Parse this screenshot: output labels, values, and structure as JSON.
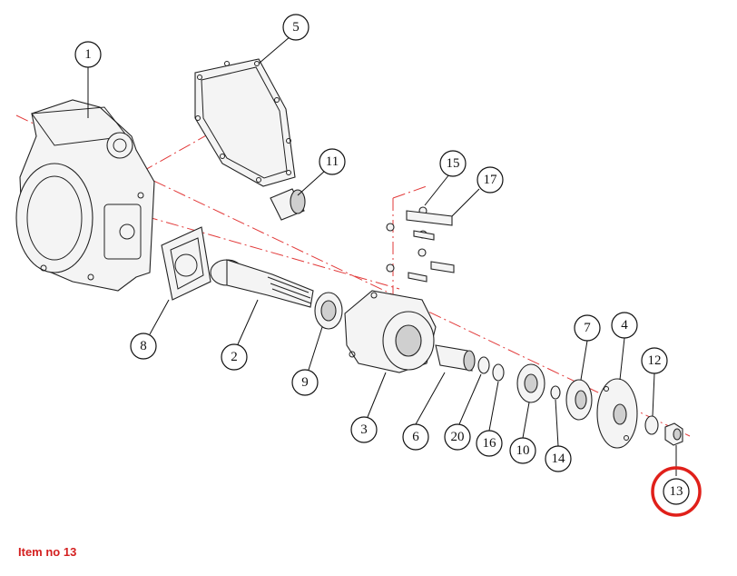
{
  "caption": "Item no 13",
  "colors": {
    "highlight": "#e0201a",
    "caption": "#d42020",
    "centerline": "#e23a3a"
  },
  "callouts": {
    "c1": "1",
    "c2": "2",
    "c3": "3",
    "c4": "4",
    "c5": "5",
    "c6": "6",
    "c7": "7",
    "c8": "8",
    "c9": "9",
    "c10": "10",
    "c11": "11",
    "c12": "12",
    "c13": "13",
    "c14": "14",
    "c15": "15",
    "c16": "16",
    "c17": "17",
    "c20": "20"
  },
  "highlighted_item": "13"
}
